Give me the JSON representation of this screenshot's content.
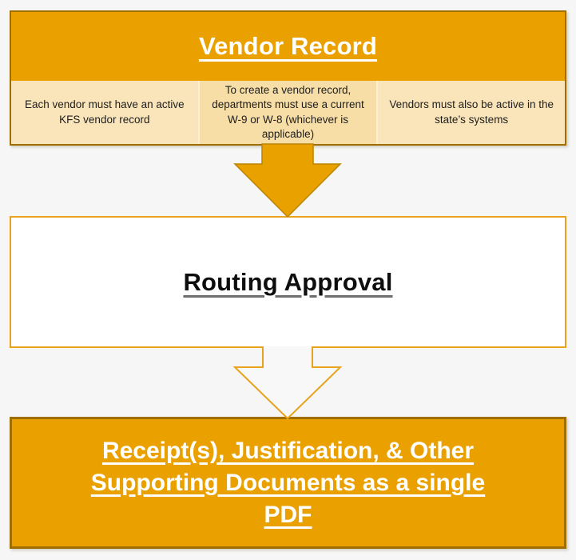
{
  "colors": {
    "page_background": "#F5F6F5",
    "orange_fill": "#EAA100",
    "dark_orange_border": "#A06E00",
    "cream_outer": "#FAE4B9",
    "cream_middle": "#F7DDA6",
    "cream_separator": "#FCEFD2",
    "routing_box_border": "#E8A21C",
    "routing_underline": "#6E6E6E",
    "title_text_light": "#FFFFFF",
    "body_text_dark": "#1E1E1E"
  },
  "icons": {
    "arrow1": "down-arrow-solid",
    "arrow2": "down-arrow-outline"
  },
  "flow": {
    "step1": {
      "title": "Vendor Record",
      "cells": [
        "Each vendor must have an active KFS vendor record",
        "To create a vendor record, departments must use a current W-9 or W-8 (whichever is applicable)",
        "Vendors must also be active in the state’s systems"
      ]
    },
    "step2": {
      "title": "Routing Approval"
    },
    "step3": {
      "title_lines": [
        "Receipt(s), Justification, & Other",
        "Supporting Documents as a single",
        "PDF"
      ]
    }
  }
}
